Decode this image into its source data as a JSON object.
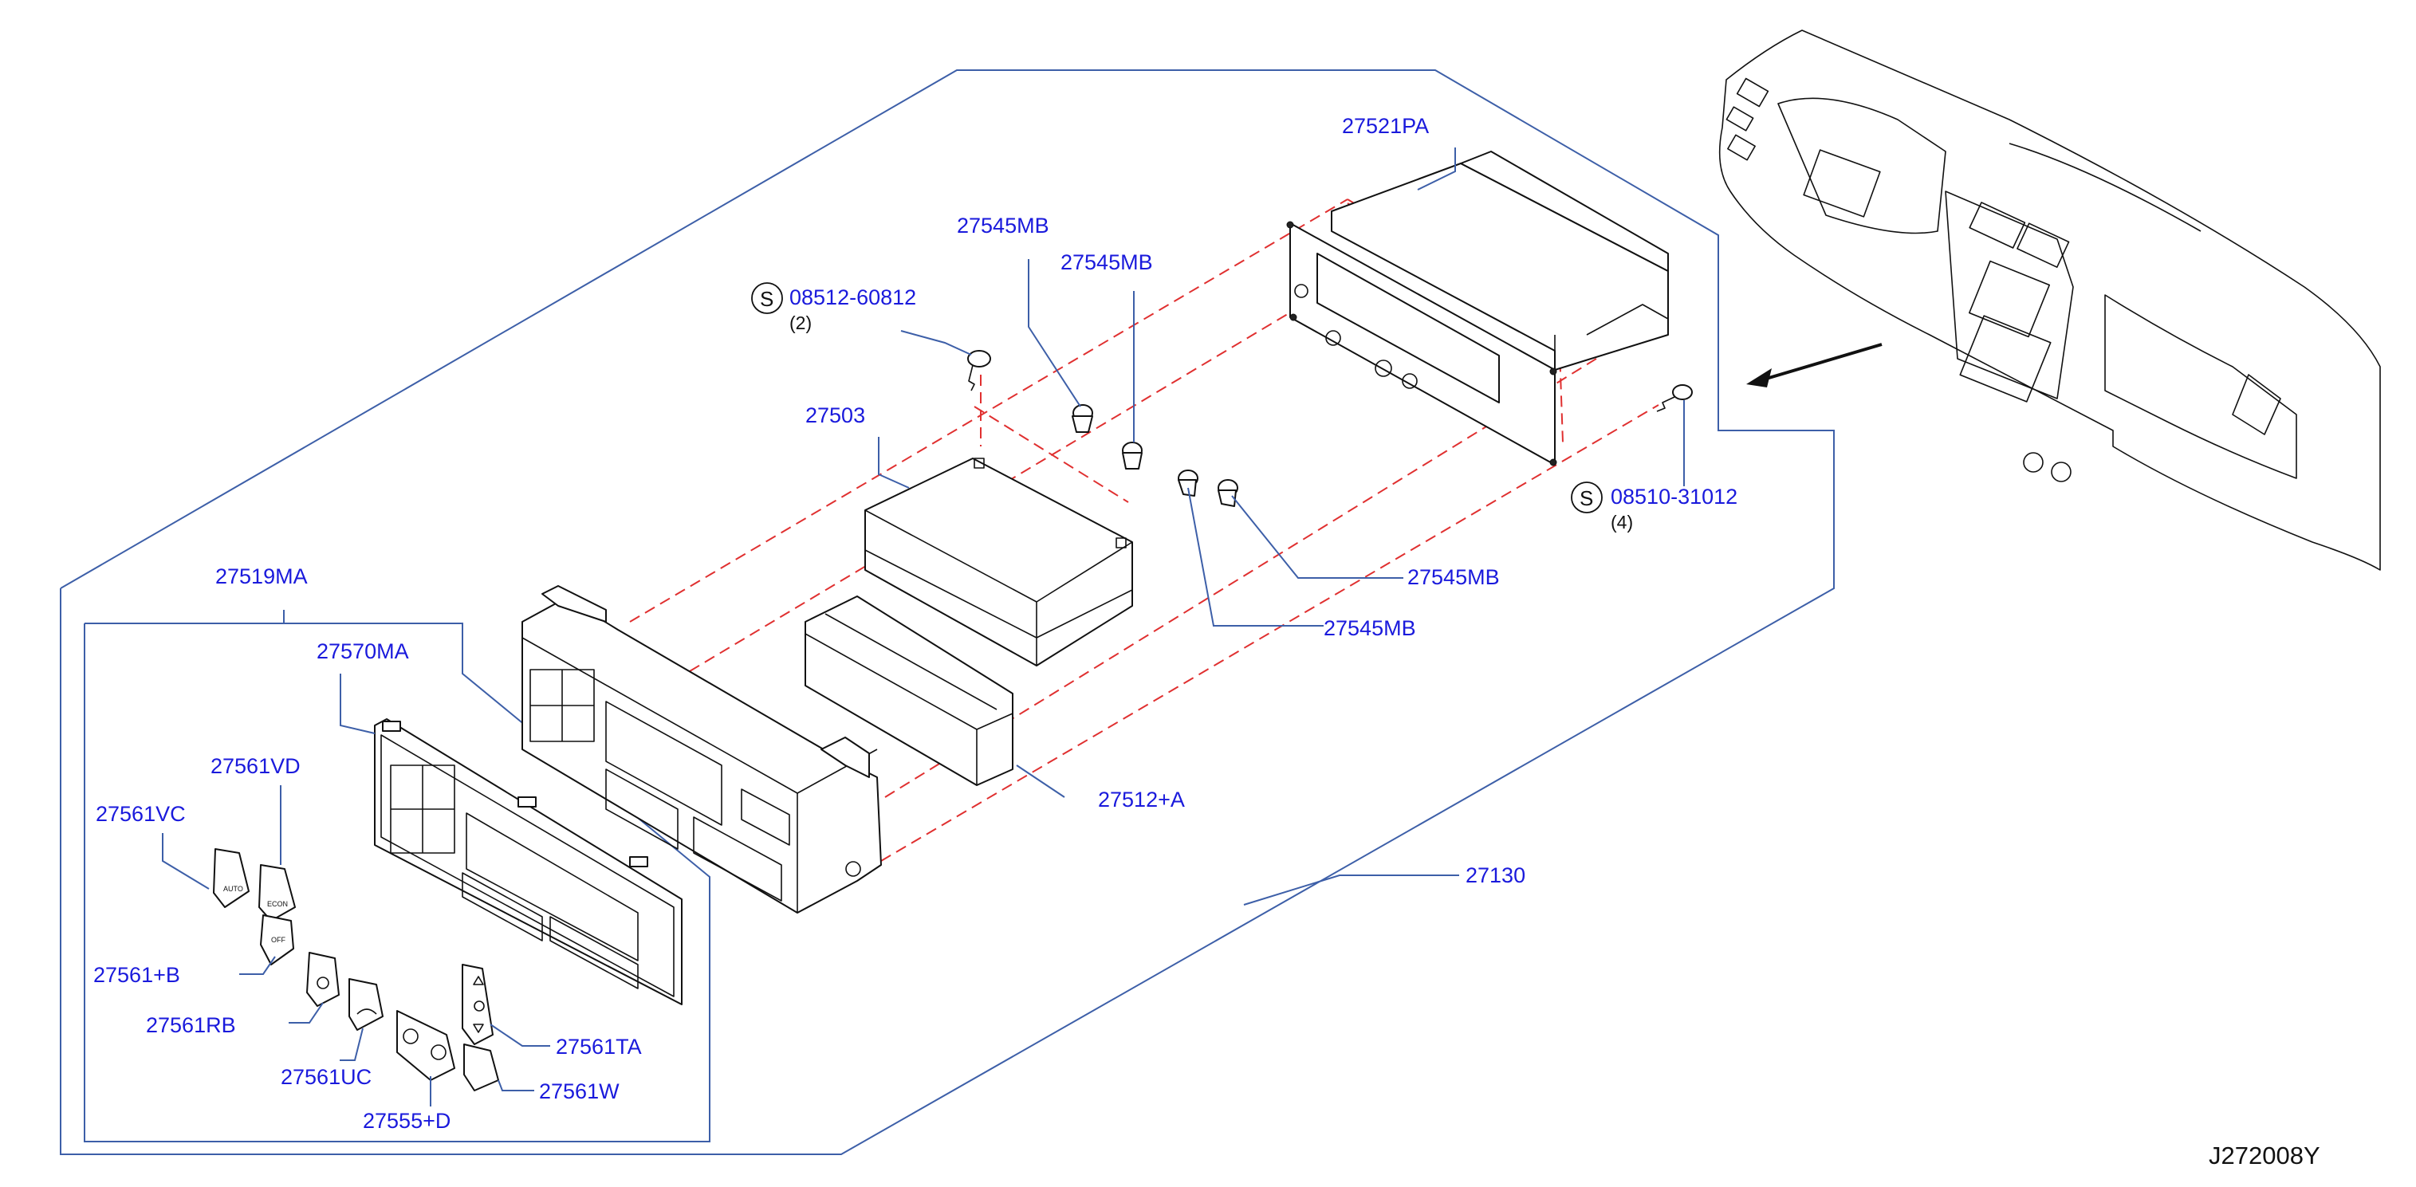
{
  "diagram": {
    "code": "J272008Y",
    "callouts": {
      "p27521PA": "27521PA",
      "p27545MB_a": "27545MB",
      "p27545MB_b": "27545MB",
      "p27545MB_c": "27545MB",
      "p27545MB_d": "27545MB",
      "s08512": "08512-60812",
      "s08512_qty": "(2)",
      "s08510": "08510-31012",
      "s08510_qty": "(4)",
      "p27503": "27503",
      "p27519MA": "27519MA",
      "p27570MA": "27570MA",
      "p27561VD": "27561VD",
      "p27561VC": "27561VC",
      "p27561B": "27561+B",
      "p27561RB": "27561RB",
      "p27561UC": "27561UC",
      "p27561TA": "27561TA",
      "p27555D": "27555+D",
      "p27561W": "27561W",
      "p27512A": "27512+A",
      "p27130": "27130"
    },
    "screw_badge": "S",
    "button_labels": {
      "auto": "AUTO",
      "econ": "ECON",
      "off": "OFF"
    }
  }
}
